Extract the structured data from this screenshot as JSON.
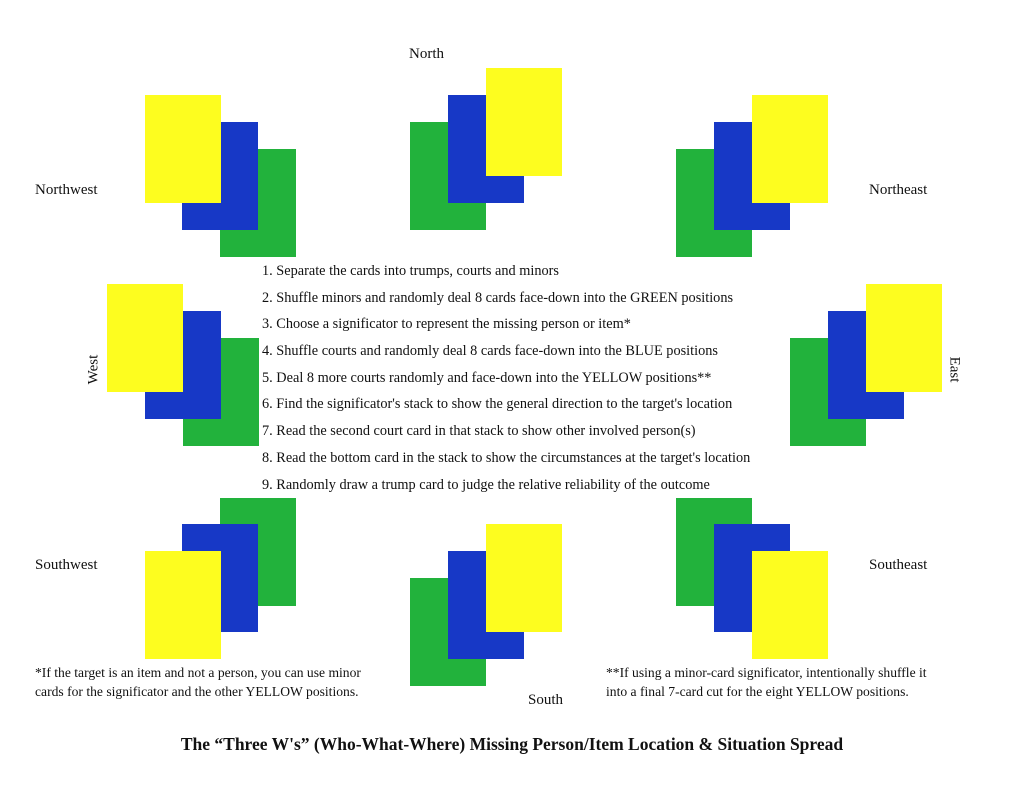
{
  "colors": {
    "yellow": "#fdfd1f",
    "blue": "#1738c6",
    "green": "#22b23c"
  },
  "directions": {
    "north": "North",
    "northwest": "Northwest",
    "northeast": "Northeast",
    "west": "West",
    "east": "East",
    "southwest": "Southwest",
    "south": "South",
    "southeast": "Southeast"
  },
  "steps": [
    "1. Separate the cards into trumps, courts and minors",
    "2. Shuffle minors and randomly deal 8 cards face-down into the GREEN positions",
    "3. Choose a significator to represent the missing person or item*",
    "4. Shuffle courts and randomly deal 8 cards face-down into the BLUE positions",
    "5. Deal 8 more courts randomly and face-down into the YELLOW positions**",
    "6. Find the significator's stack to show the general direction to the target's location",
    "7. Read the second court card in that stack to show other involved person(s)",
    "8. Read the bottom card in the stack to show the circumstances at the target's location",
    "9. Randomly draw a trump card to judge the relative reliability of the outcome"
  ],
  "notes": {
    "left": [
      "*If the target is an item and not a person, you can use minor",
      "cards for the significator and the other YELLOW positions."
    ],
    "right": [
      "**If using a minor-card significator, intentionally shuffle it",
      "into a final 7-card cut for the eight YELLOW positions."
    ]
  },
  "title": "The “Three W's” (Who-What-Where) Missing Person/Item Location & Situation Spread"
}
